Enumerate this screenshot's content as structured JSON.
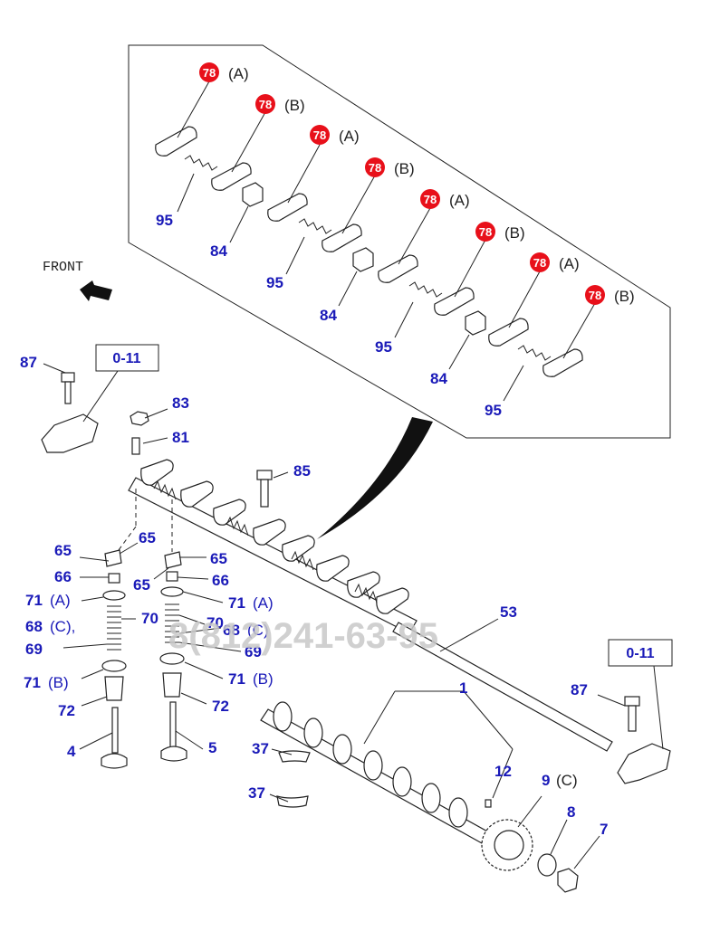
{
  "front_label": "FRONT",
  "ref_boxes": [
    "0-11",
    "0-11"
  ],
  "badge_number": "78",
  "colors": {
    "badge": "#e8101a",
    "label": "#1a1ab8",
    "line": "#222222"
  },
  "watermark": "8(812)241-63-95",
  "inset_callouts": [
    {
      "suffix": "(A)"
    },
    {
      "suffix": "(B)"
    },
    {
      "suffix": "(A)"
    },
    {
      "suffix": "(B)"
    },
    {
      "suffix": "(A)"
    },
    {
      "suffix": "(B)"
    },
    {
      "suffix": "(A)"
    },
    {
      "suffix": "(B)"
    }
  ],
  "inset_labels": [
    "95",
    "84",
    "95",
    "84",
    "95",
    "84",
    "95"
  ],
  "labels": [
    {
      "num": "87",
      "suffix": ""
    },
    {
      "num": "83",
      "suffix": ""
    },
    {
      "num": "81",
      "suffix": ""
    },
    {
      "num": "85",
      "suffix": ""
    },
    {
      "num": "65",
      "suffix": ""
    },
    {
      "num": "65",
      "suffix": ""
    },
    {
      "num": "65",
      "suffix": ""
    },
    {
      "num": "65",
      "suffix": ""
    },
    {
      "num": "66",
      "suffix": ""
    },
    {
      "num": "66",
      "suffix": ""
    },
    {
      "num": "71",
      "suffix": "(A)"
    },
    {
      "num": "71",
      "suffix": "(A)"
    },
    {
      "num": "70",
      "suffix": ""
    },
    {
      "num": "70",
      "suffix": ""
    },
    {
      "num": "68",
      "suffix": "(C),"
    },
    {
      "num": "68",
      "suffix": "(C)"
    },
    {
      "num": "69",
      "suffix": ""
    },
    {
      "num": "69",
      "suffix": ""
    },
    {
      "num": "71",
      "suffix": "(B)"
    },
    {
      "num": "71",
      "suffix": "(B)"
    },
    {
      "num": "72",
      "suffix": ""
    },
    {
      "num": "72",
      "suffix": ""
    },
    {
      "num": "4",
      "suffix": ""
    },
    {
      "num": "5",
      "suffix": ""
    },
    {
      "num": "53",
      "suffix": ""
    },
    {
      "num": "1",
      "suffix": ""
    },
    {
      "num": "87",
      "suffix": ""
    },
    {
      "num": "37",
      "suffix": ""
    },
    {
      "num": "37",
      "suffix": ""
    },
    {
      "num": "12",
      "suffix": ""
    },
    {
      "num": "9",
      "suffix": "(C)"
    },
    {
      "num": "8",
      "suffix": ""
    },
    {
      "num": "7",
      "suffix": ""
    }
  ]
}
